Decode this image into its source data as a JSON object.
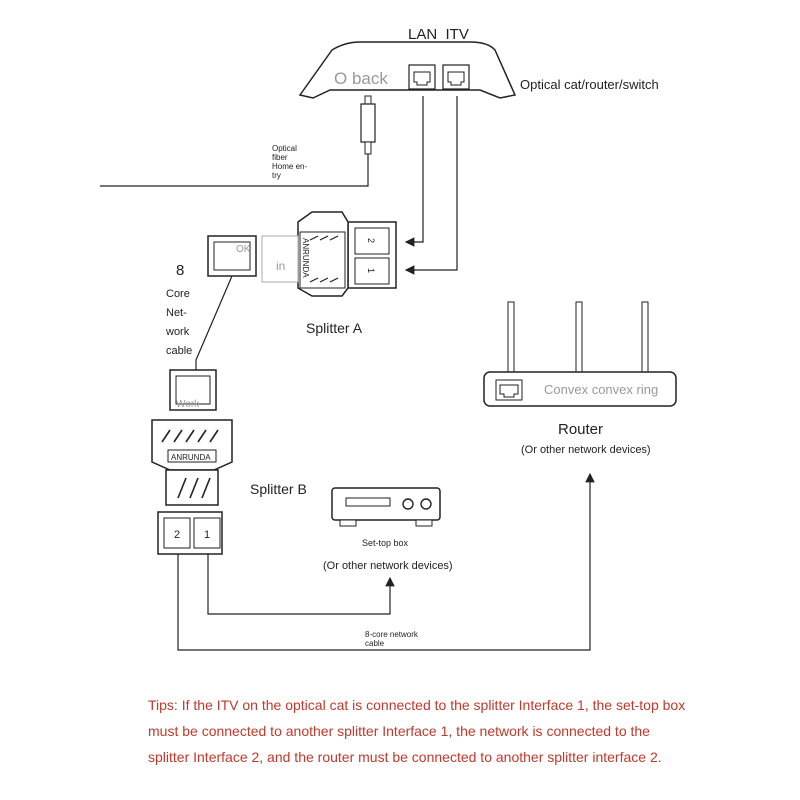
{
  "optical_cat": {
    "port_labels": "LAN  ITV",
    "back_label": "O back",
    "caption": "Optical cat/router/switch"
  },
  "fiber_label": [
    "Optical",
    "fiber",
    "Home en-",
    "try"
  ],
  "splitter_a": {
    "name": "Splitter A",
    "brand": "ANRUNDA",
    "ok_label": "OK",
    "in_label": "in",
    "port1": "1",
    "port2": "2"
  },
  "cable_left_label": [
    "8",
    "Core",
    "Net-",
    "work",
    "cable"
  ],
  "splitter_b": {
    "name": "Splitter B",
    "brand": "ANRUNDA",
    "work_label": "Work",
    "port1": "1",
    "port2": "2"
  },
  "router": {
    "inner_label": "Convex convex ring",
    "caption": "Router",
    "subcaption": "(Or other network devices)"
  },
  "settop": {
    "caption": "Set-top box",
    "subcaption": "(Or other network devices)"
  },
  "bottom_cable_label": [
    "8-core network",
    "cable"
  ],
  "tips": "Tips: If the ITV on the optical cat is connected to the splitter Interface 1, the set-top box must be connected to another splitter Interface 1, the network is connected to the splitter Interface 2, and the router must be connected to another splitter interface 2.",
  "colors": {
    "line": "#222222",
    "faint": "#aaaaaa",
    "tips": "#c0392b"
  }
}
